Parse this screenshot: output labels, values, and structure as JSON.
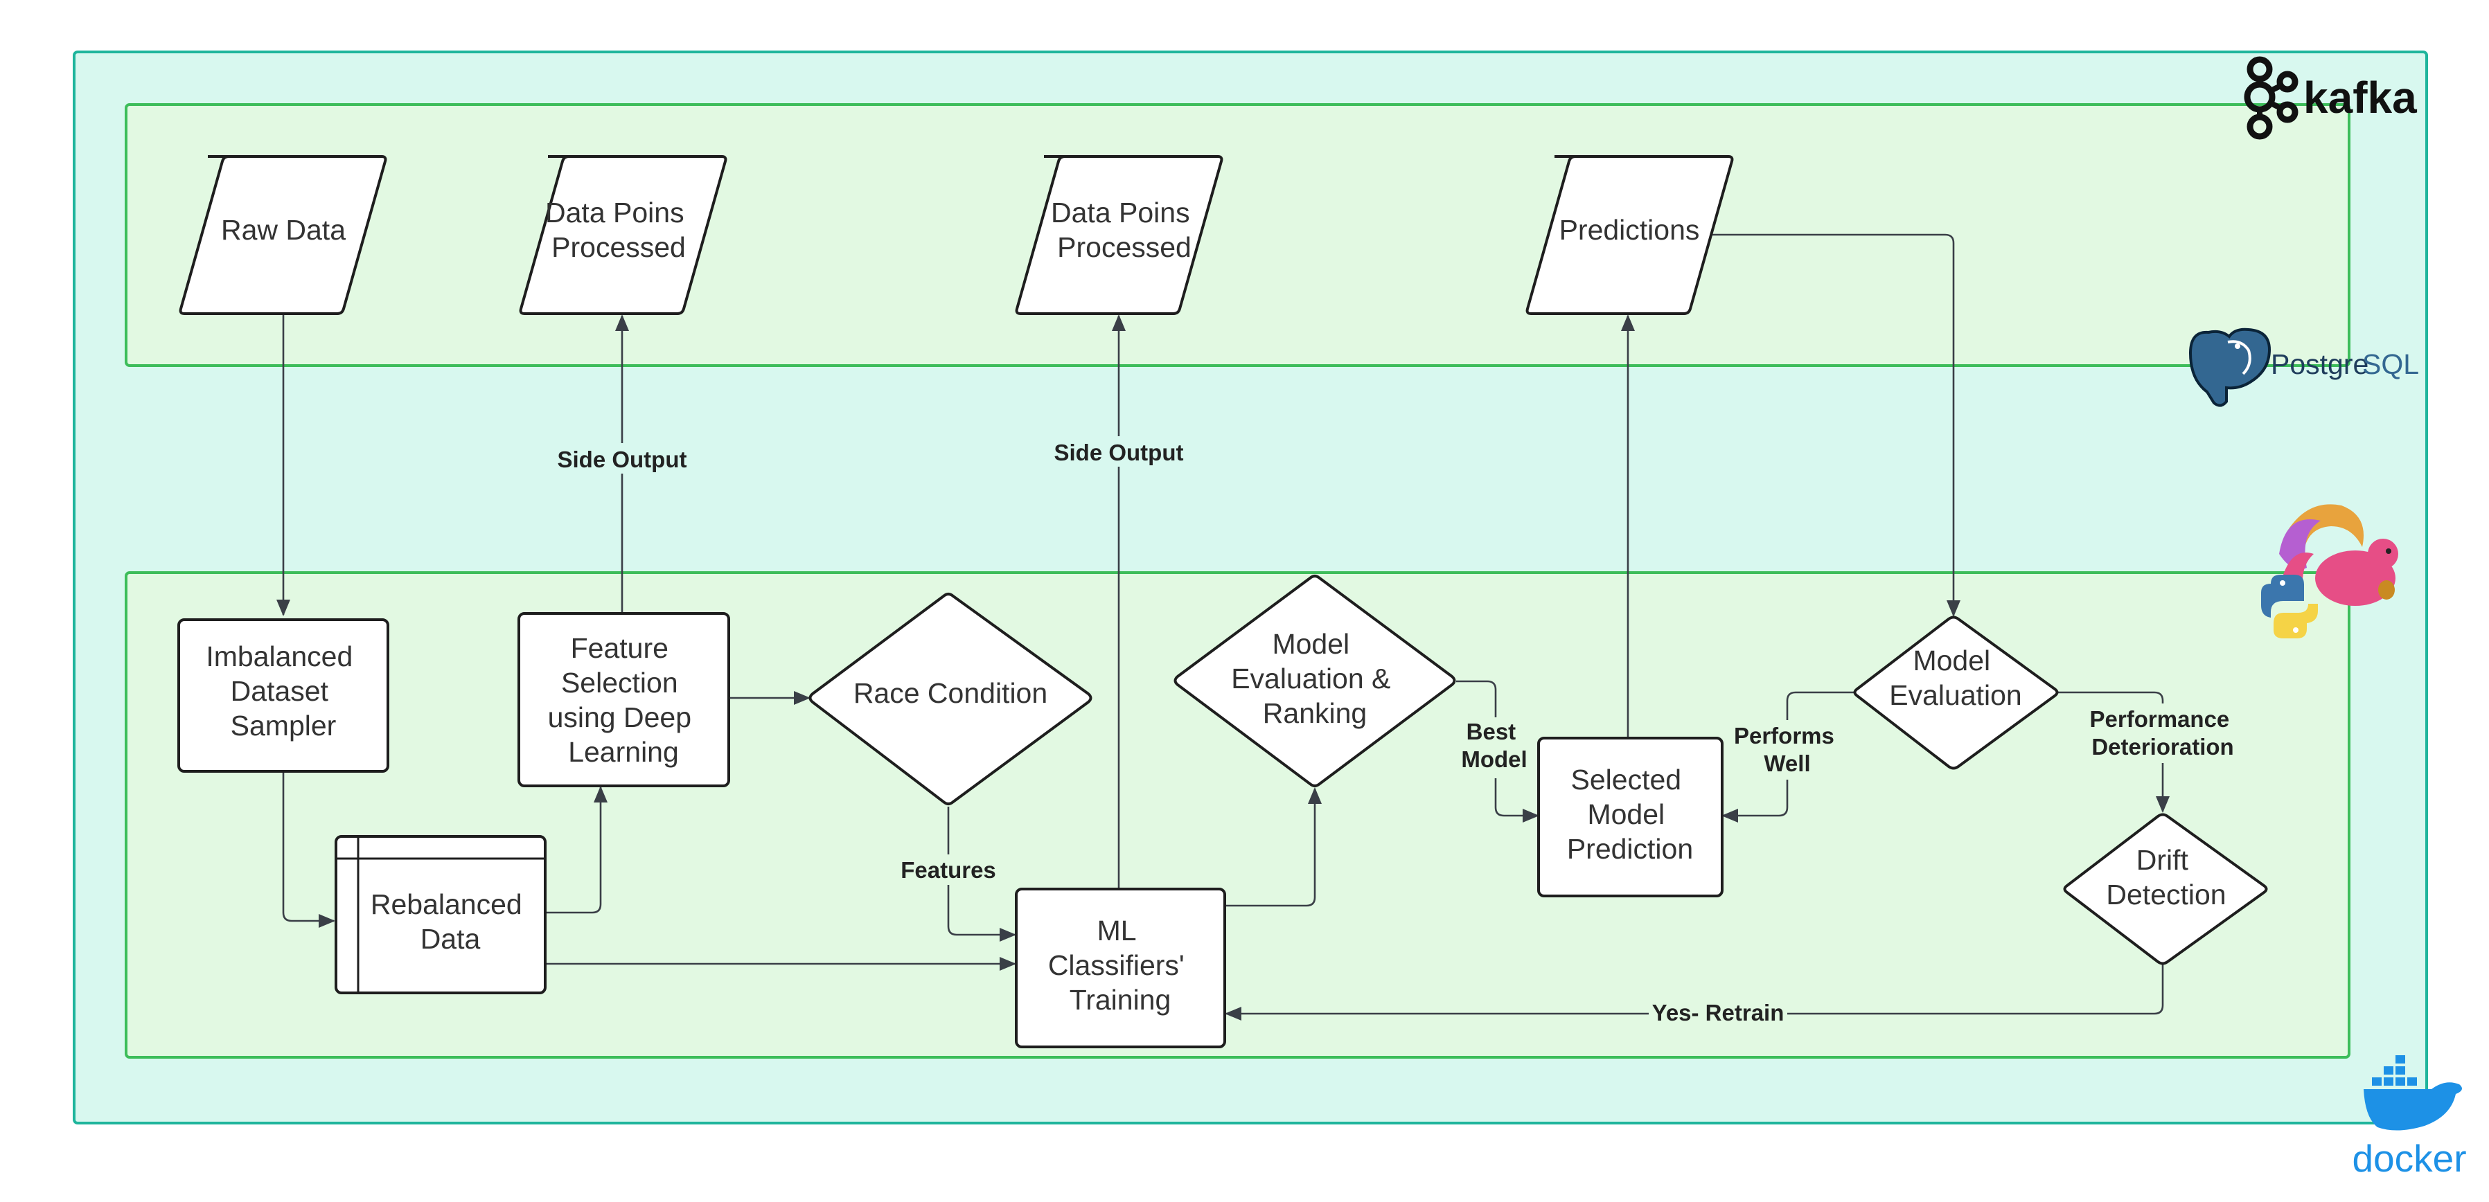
{
  "logos": {
    "kafka": "kafka",
    "postgres_a": "Postgre",
    "postgres_b": "SQL",
    "docker": "docker"
  },
  "nodes": {
    "raw_data": [
      "Raw Data"
    ],
    "processed_1": [
      "Data Poins",
      "Processed"
    ],
    "processed_2": [
      "Data Poins",
      "Processed"
    ],
    "predictions": [
      "Predictions"
    ],
    "sampler": [
      "Imbalanced",
      "Dataset",
      "Sampler"
    ],
    "feature_selection": [
      "Feature",
      "Selection",
      "using Deep",
      "Learning"
    ],
    "race_condition": [
      "Race Condition"
    ],
    "model_eval_rank": [
      "Model",
      "Evaluation &",
      "Ranking"
    ],
    "rebalanced": [
      "Rebalanced",
      "Data"
    ],
    "ml_training": [
      "ML",
      "Classifiers'",
      "Training"
    ],
    "selected_model": [
      "Selected",
      "Model",
      "Prediction"
    ],
    "model_evaluation": [
      "Model",
      "Evaluation"
    ],
    "drift_detection": [
      "Drift",
      "Detection"
    ]
  },
  "edges": {
    "side_output_1": [
      "Side Output"
    ],
    "side_output_2": [
      "Side Output"
    ],
    "features": [
      "Features"
    ],
    "best_model": [
      "Best",
      "Model"
    ],
    "performs_well": [
      "Performs",
      "Well"
    ],
    "performance_deterioration": [
      "Performance",
      "Deterioration"
    ],
    "yes_retrain": [
      "Yes- Retrain"
    ]
  },
  "colors": {
    "outer_fill": "#d8f8ef",
    "outer_stroke": "#1fb59c",
    "inner_fill": "#e2f9e2",
    "inner_stroke": "#3dbd5a",
    "node_fill": "#ffffff",
    "node_stroke": "#1e1e1e",
    "edge": "#3a3f47",
    "docker_blue": "#1d91e6",
    "postgres_blue": "#336791"
  },
  "icons": [
    "kafka-logo-icon",
    "postgresql-elephant-icon",
    "flink-squirrel-icon",
    "python-icon",
    "docker-whale-icon"
  ]
}
